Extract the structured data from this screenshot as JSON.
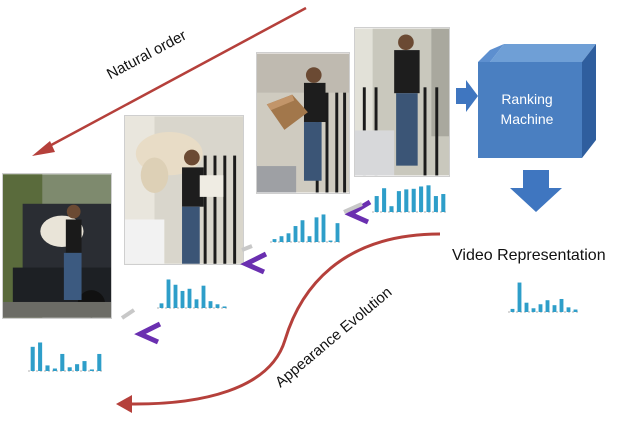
{
  "labels": {
    "natural_order": "Natural order",
    "appearance_evolution": "Appearance Evolution",
    "video_representation": "Video Representation",
    "ranking_machine_line1": "Ranking",
    "ranking_machine_line2": "Machine"
  },
  "colors": {
    "arrow_red": "#b5403b",
    "ranking_box": "#4a7fc1",
    "ranking_box_dark": "#2f5e9e",
    "ranking_box_top": "#6f9fd6",
    "flow_arrow": "#3f76c0",
    "chevron_purple": "#6a2fb0",
    "chevron_gray": "#c8c8c8",
    "hist_bar": "#2e9ec9"
  },
  "histograms": {
    "frame1": [
      0.78,
      0.92,
      0.18,
      0.08,
      0.55,
      0.12,
      0.22,
      0.32,
      0.05,
      0.55
    ],
    "frame2": [
      0.15,
      0.92,
      0.75,
      0.55,
      0.62,
      0.28,
      0.72,
      0.22,
      0.12,
      0.05
    ],
    "frame3": [
      0.1,
      0.2,
      0.3,
      0.55,
      0.75,
      0.2,
      0.85,
      0.95,
      0.05,
      0.65
    ],
    "frame4": [
      0.55,
      0.82,
      0.2,
      0.72,
      0.78,
      0.8,
      0.88,
      0.92,
      0.55,
      0.62
    ],
    "video": [
      0.1,
      0.95,
      0.3,
      0.12,
      0.25,
      0.38,
      0.22,
      0.42,
      0.15,
      0.08
    ]
  }
}
